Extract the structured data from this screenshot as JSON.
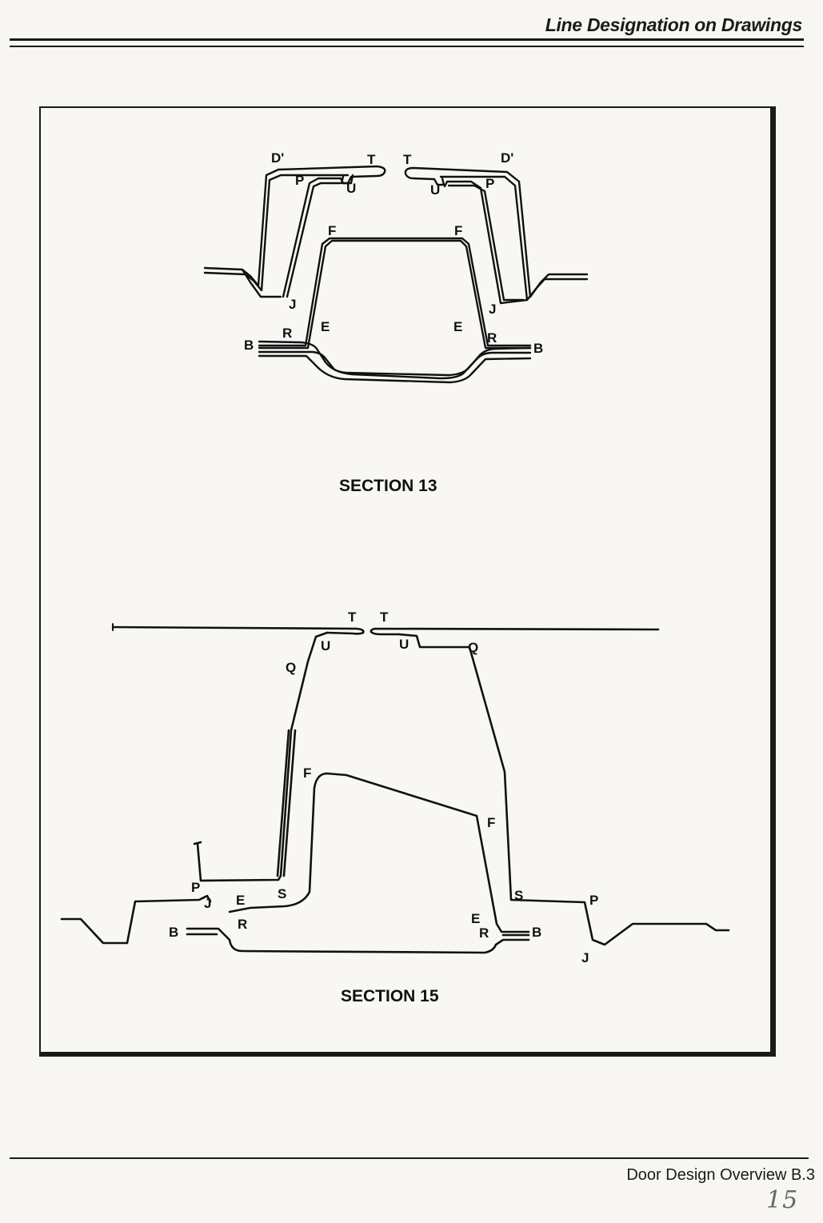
{
  "header": {
    "title": "Line Designation on Drawings"
  },
  "section13": {
    "caption": "SECTION 13",
    "labels": {
      "d_prime_left": "D'",
      "d_prime_right": "D'",
      "t_left": "T",
      "t_right": "T",
      "p_left": "P",
      "p_right": "P",
      "u_left": "U",
      "u_right": "U",
      "f_left": "F",
      "f_right": "F",
      "j_left": "J",
      "j_right": "J",
      "r_left": "R",
      "r_right": "R",
      "e_left": "E",
      "e_right": "E",
      "b_left": "B",
      "b_right": "B"
    }
  },
  "section15": {
    "caption": "SECTION 15",
    "labels": {
      "t_left": "T",
      "t_right": "T",
      "u_left": "U",
      "u_right": "U",
      "q_left": "Q",
      "q_right": "Q",
      "f_left": "F",
      "f_right": "F",
      "p_left": "P",
      "p_right": "P",
      "j_left": "J",
      "j_right": "J",
      "e_left": "E",
      "e_right": "E",
      "s_left": "S",
      "s_right": "S",
      "r_left": "R",
      "r_right": "R",
      "b_left": "B",
      "b_right": "B"
    }
  },
  "footer": {
    "text": "Door Design Overview B.3",
    "page_number": "15"
  }
}
